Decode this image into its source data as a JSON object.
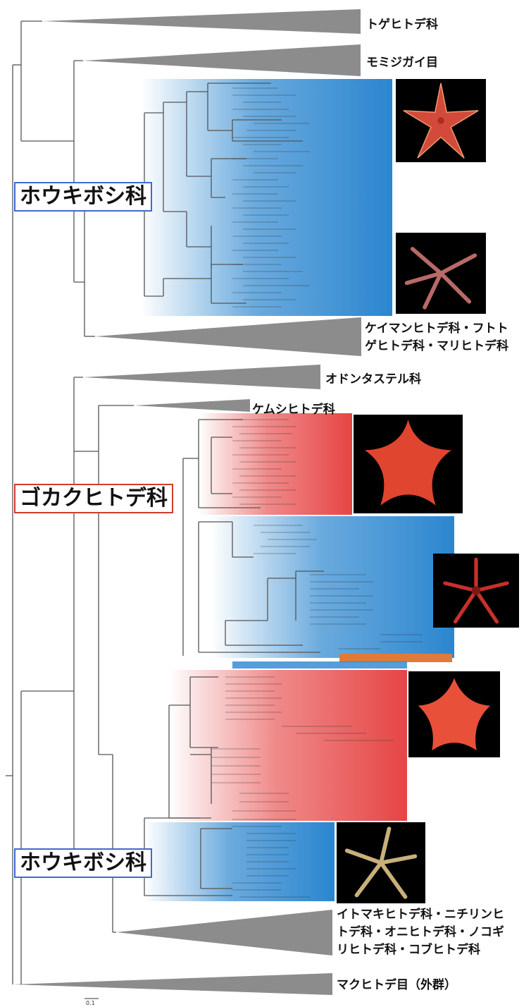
{
  "clade_labels": {
    "togehitode": "トゲヒトデ科",
    "momijigai": "モミジガイ目",
    "keiman": "ケイマンヒトデ科・フトトゲヒトデ科・マリヒトデ科",
    "keiman_l1": "ケイマンヒトデ科・フトト",
    "keiman_l2": "ゲヒトデ科・マリヒトデ科",
    "odontasuteru": "オドンタステル科",
    "kemushi": "ケムシヒトデ科",
    "itomaki_l1": "イトマキヒトデ科・ニチリンヒ",
    "itomaki_l2": "トデ科・オニヒトデ科・ノコギ",
    "itomaki_l3": "リヒトデ科・コブヒトデ科",
    "makuhitode": "マクヒトデ目（外群）"
  },
  "family_boxes": {
    "houkiboshi_top": "ホウキボシ科",
    "gokaku": "ゴカクヒトデ科",
    "houkiboshi_bottom": "ホウキボシ科"
  },
  "scale_bar": "0.1",
  "colors": {
    "houkiboshi_blue": "#2b86cf",
    "gokaku_red": "#e53b3b",
    "collapsed_clade_gray": "#8c8c8c",
    "box_blue_border": "#3d6bd1",
    "box_red_border": "#d23c2c"
  },
  "photos": [
    {
      "name": "starfish-red-five-arm-spotted",
      "color": "#d44a3a"
    },
    {
      "name": "starfish-thin-five-arm-pink",
      "color": "#b86a66"
    },
    {
      "name": "starfish-red-pentagon-broad",
      "color": "#e0452f"
    },
    {
      "name": "starfish-red-slender",
      "color": "#c8302a"
    },
    {
      "name": "starfish-red-pentagon-round",
      "color": "#e8503a"
    },
    {
      "name": "starfish-pale-yellow-slender",
      "color": "#c9b07a"
    }
  ]
}
